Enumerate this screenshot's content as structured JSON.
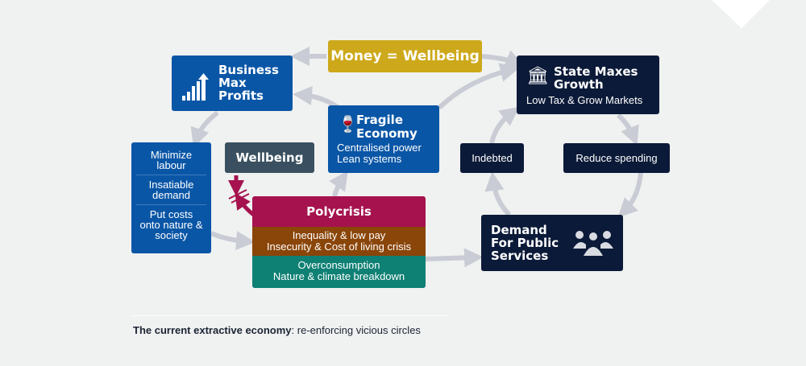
{
  "money": "Money = Wellbeing",
  "business": {
    "lines": [
      "Business",
      "Max",
      "Profits"
    ]
  },
  "fragile": {
    "title": [
      "Fragile",
      "Economy"
    ],
    "lines": [
      "Centralised power",
      "Lean systems"
    ]
  },
  "state": {
    "title": [
      "State Maxes",
      "Growth"
    ],
    "subtitle": "Low Tax & Grow Markets"
  },
  "list": [
    "Minimize labour",
    "Insatiable demand",
    "Put costs onto nature & society"
  ],
  "wellbeing": "Wellbeing",
  "polycrisis": {
    "title": "Polycrisis",
    "band1": [
      "Inequality & low pay",
      "Insecurity & Cost of living crisis"
    ],
    "band2": [
      "Overconsumption",
      "Nature & climate breakdown"
    ]
  },
  "indebted": "Indebted",
  "reduce": "Reduce spending",
  "demand": [
    "Demand",
    "For Public",
    "Services"
  ],
  "caption": {
    "bold": "The current extractive economy",
    "rest": ": re-enforcing vicious circles"
  },
  "colors": {
    "blue": "#0a56a6",
    "navy": "#0b1a38",
    "gold": "#cda81a",
    "slate": "#3a5060",
    "crimson": "#a5124e",
    "brown": "#8a4509",
    "teal": "#0f8074",
    "arrow": "#c9ccd4"
  }
}
